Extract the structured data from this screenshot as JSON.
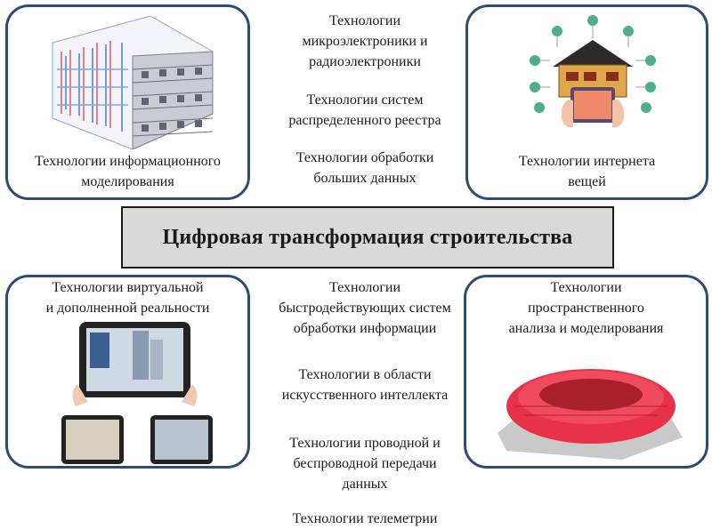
{
  "title": "Цифровая трансформация строительства",
  "corner_boxes": {
    "top_left": {
      "label": "Технологии информационного\nмоделирования",
      "image": "building-information-model-illustration"
    },
    "top_right": {
      "label": "Технологии интернета\nвещей",
      "image": "smart-house-iot-illustration"
    },
    "bottom_left": {
      "label": "Технологии виртуальной\nи дополненной реальности",
      "image": "tablets-augmented-reality-illustration"
    },
    "bottom_right": {
      "label": "Технологии\nпространственного\nанализа и моделирования",
      "image": "stadium-3d-model-illustration"
    }
  },
  "center_items": {
    "micro": "Технологии\nмикроэлектроники и\nрадиоэлектроники",
    "ledger": "Технологии систем\nраспределенного реестра",
    "bigdata": "Технологии обработки\nбольших данных",
    "fast": "Технологии\nбыстродействующих систем\nобработки информации",
    "ai": "Технологии в области\nискусственного интеллекта",
    "wired": "Технологии проводной и\nбеспроводной передачи\nданных",
    "telemetry": "Технологии телеметрии"
  },
  "colors": {
    "border": "#2f4a74",
    "title_bg": "#d9d9d9",
    "stadium": "#e8324a"
  }
}
